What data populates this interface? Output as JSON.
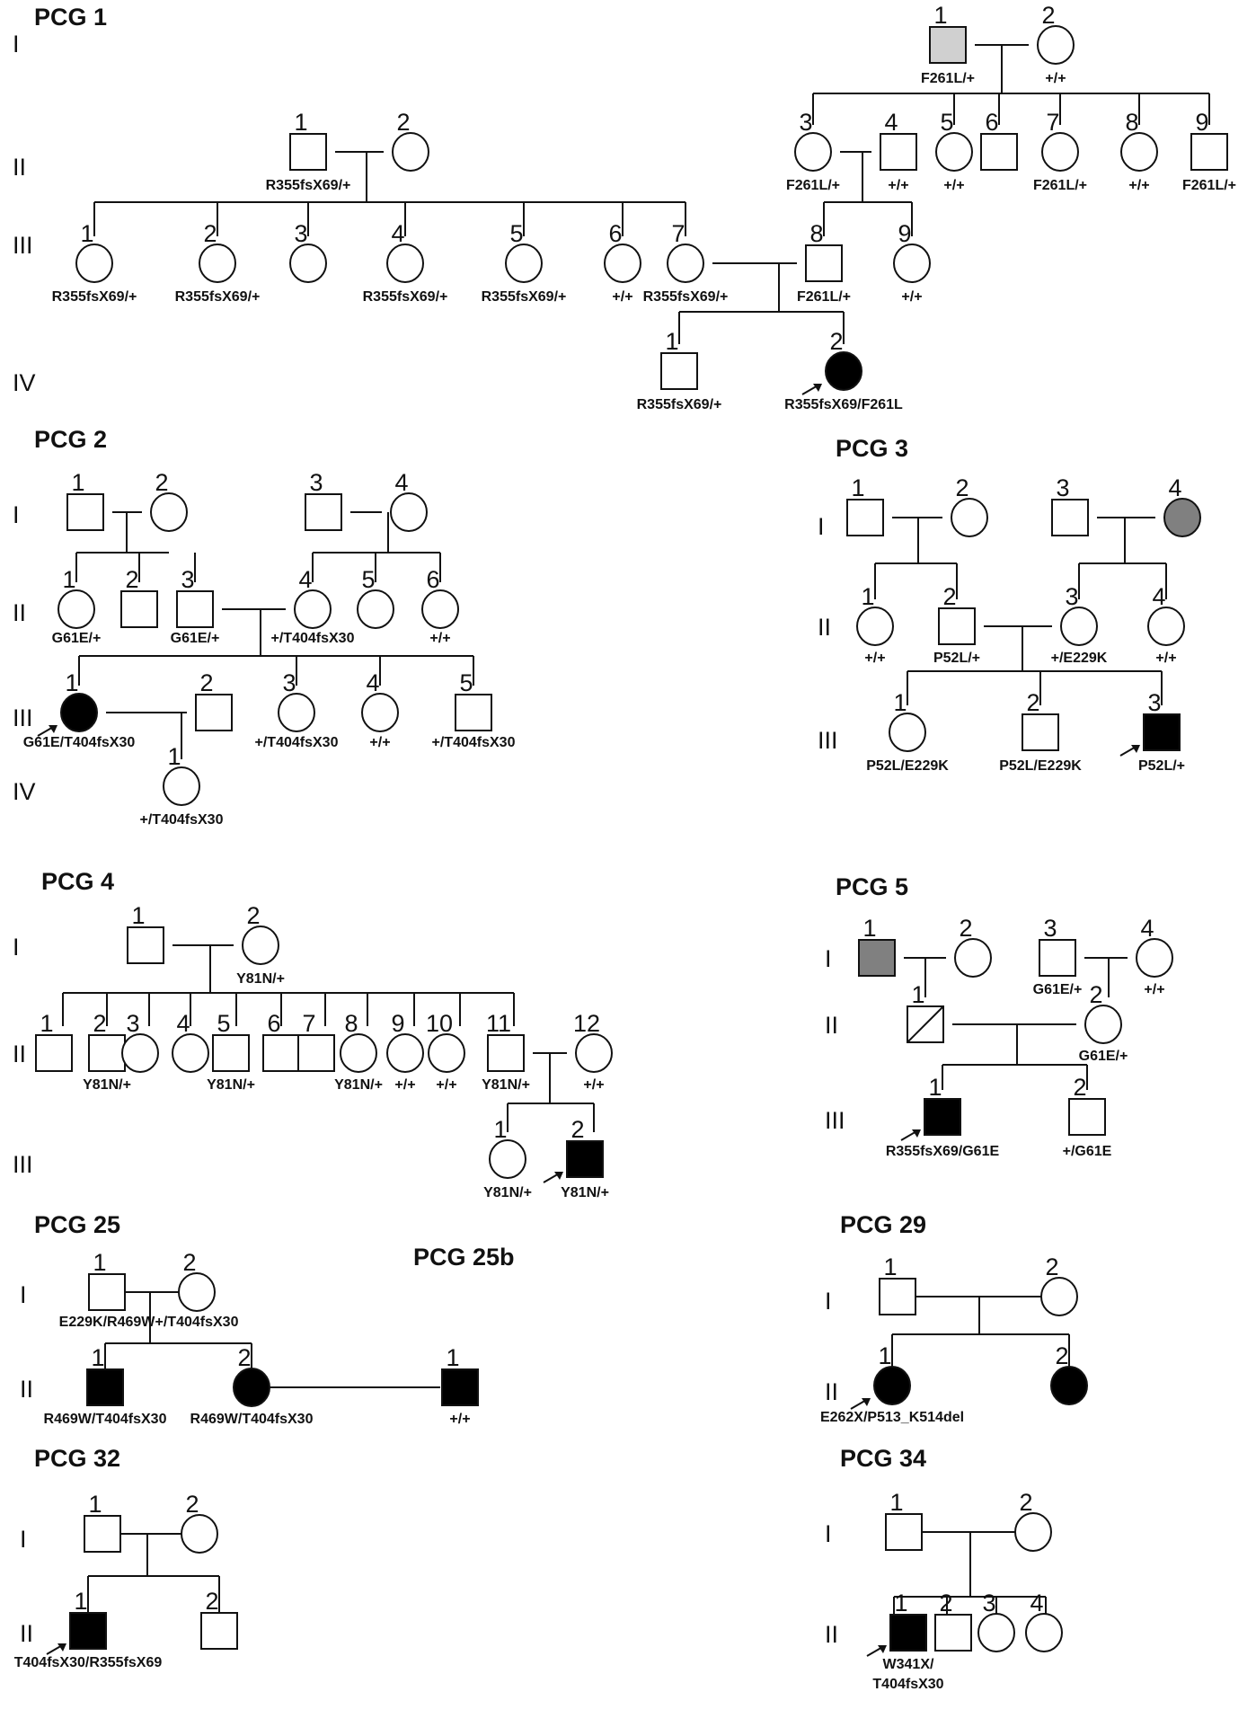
{
  "figure": {
    "colors": {
      "affected": "#000000",
      "unaffected": "#ffffff",
      "carrier_light": "#d0d0d0",
      "carrier_dark": "#808080",
      "line": "#111111"
    },
    "pedigrees": [
      {
        "id": "pcg1",
        "title": "PCG 1",
        "generations": [
          "I",
          "II",
          "III",
          "IV"
        ],
        "individuals": [
          {
            "id": "I-1",
            "num": "1",
            "sex": "male",
            "status": "light-shaded",
            "genotype": "F261L/+"
          },
          {
            "id": "I-2",
            "num": "2",
            "sex": "female",
            "status": "unaffected",
            "genotype": "+/+"
          },
          {
            "id": "II-1",
            "num": "1",
            "sex": "male",
            "status": "unaffected",
            "genotype": "R355fsX69/+"
          },
          {
            "id": "II-2",
            "num": "2",
            "sex": "female",
            "status": "unaffected",
            "genotype": ""
          },
          {
            "id": "II-3",
            "num": "3",
            "sex": "female",
            "status": "unaffected",
            "genotype": "F261L/+"
          },
          {
            "id": "II-4",
            "num": "4",
            "sex": "male",
            "status": "unaffected",
            "genotype": "+/+"
          },
          {
            "id": "II-5",
            "num": "5",
            "sex": "female",
            "status": "unaffected",
            "genotype": "+/+"
          },
          {
            "id": "II-6",
            "num": "6",
            "sex": "male",
            "status": "unaffected",
            "genotype": ""
          },
          {
            "id": "II-7",
            "num": "7",
            "sex": "female",
            "status": "unaffected",
            "genotype": "F261L/+"
          },
          {
            "id": "II-8",
            "num": "8",
            "sex": "female",
            "status": "unaffected",
            "genotype": "+/+"
          },
          {
            "id": "II-9",
            "num": "9",
            "sex": "male",
            "status": "unaffected",
            "genotype": "F261L/+"
          },
          {
            "id": "III-1",
            "num": "1",
            "sex": "female",
            "status": "unaffected",
            "genotype": "R355fsX69/+"
          },
          {
            "id": "III-2",
            "num": "2",
            "sex": "female",
            "status": "unaffected",
            "genotype": "R355fsX69/+"
          },
          {
            "id": "III-3",
            "num": "3",
            "sex": "female",
            "status": "unaffected",
            "genotype": ""
          },
          {
            "id": "III-4",
            "num": "4",
            "sex": "female",
            "status": "unaffected",
            "genotype": "R355fsX69/+"
          },
          {
            "id": "III-5",
            "num": "5",
            "sex": "female",
            "status": "unaffected",
            "genotype": "R355fsX69/+"
          },
          {
            "id": "III-6",
            "num": "6",
            "sex": "female",
            "status": "unaffected",
            "genotype": "+/+"
          },
          {
            "id": "III-7",
            "num": "7",
            "sex": "female",
            "status": "unaffected",
            "genotype": "R355fsX69/+"
          },
          {
            "id": "III-8",
            "num": "8",
            "sex": "male",
            "status": "unaffected",
            "genotype": "F261L/+"
          },
          {
            "id": "III-9",
            "num": "9",
            "sex": "female",
            "status": "unaffected",
            "genotype": "+/+"
          },
          {
            "id": "IV-1",
            "num": "1",
            "sex": "male",
            "status": "unaffected",
            "genotype": "R355fsX69/+"
          },
          {
            "id": "IV-2",
            "num": "2",
            "sex": "female",
            "status": "affected",
            "proband": true,
            "genotype": "R355fsX69/F261L"
          }
        ]
      },
      {
        "id": "pcg2",
        "title": "PCG 2",
        "generations": [
          "I",
          "II",
          "III",
          "IV"
        ],
        "individuals": [
          {
            "id": "I-1",
            "num": "1",
            "sex": "male",
            "status": "unaffected",
            "genotype": ""
          },
          {
            "id": "I-2",
            "num": "2",
            "sex": "female",
            "status": "unaffected",
            "genotype": ""
          },
          {
            "id": "I-3",
            "num": "3",
            "sex": "male",
            "status": "unaffected",
            "genotype": ""
          },
          {
            "id": "I-4",
            "num": "4",
            "sex": "female",
            "status": "unaffected",
            "genotype": ""
          },
          {
            "id": "II-1",
            "num": "1",
            "sex": "female",
            "status": "unaffected",
            "genotype": "G61E/+"
          },
          {
            "id": "II-2",
            "num": "2",
            "sex": "male",
            "status": "unaffected",
            "genotype": ""
          },
          {
            "id": "II-3",
            "num": "3",
            "sex": "male",
            "status": "unaffected",
            "genotype": "G61E/+"
          },
          {
            "id": "II-4",
            "num": "4",
            "sex": "female",
            "status": "unaffected",
            "genotype": "+/T404fsX30"
          },
          {
            "id": "II-5",
            "num": "5",
            "sex": "female",
            "status": "unaffected",
            "genotype": ""
          },
          {
            "id": "II-6",
            "num": "6",
            "sex": "female",
            "status": "unaffected",
            "genotype": "+/+"
          },
          {
            "id": "III-1",
            "num": "1",
            "sex": "female",
            "status": "affected",
            "proband": true,
            "genotype": "G61E/T404fsX30"
          },
          {
            "id": "III-2",
            "num": "2",
            "sex": "male",
            "status": "unaffected",
            "genotype": ""
          },
          {
            "id": "III-3",
            "num": "3",
            "sex": "female",
            "status": "unaffected",
            "genotype": "+/T404fsX30"
          },
          {
            "id": "III-4",
            "num": "4",
            "sex": "female",
            "status": "unaffected",
            "genotype": "+/+"
          },
          {
            "id": "III-5",
            "num": "5",
            "sex": "male",
            "status": "unaffected",
            "genotype": "+/T404fsX30"
          },
          {
            "id": "IV-1",
            "num": "1",
            "sex": "female",
            "status": "unaffected",
            "genotype": "+/T404fsX30"
          }
        ]
      },
      {
        "id": "pcg3",
        "title": "PCG 3",
        "generations": [
          "I",
          "II",
          "III"
        ],
        "individuals": [
          {
            "id": "I-1",
            "num": "1",
            "sex": "male",
            "status": "unaffected",
            "genotype": ""
          },
          {
            "id": "I-2",
            "num": "2",
            "sex": "female",
            "status": "unaffected",
            "genotype": ""
          },
          {
            "id": "I-3",
            "num": "3",
            "sex": "male",
            "status": "unaffected",
            "genotype": ""
          },
          {
            "id": "I-4",
            "num": "4",
            "sex": "female",
            "status": "dark-shaded",
            "genotype": ""
          },
          {
            "id": "II-1",
            "num": "1",
            "sex": "female",
            "status": "unaffected",
            "genotype": "+/+"
          },
          {
            "id": "II-2",
            "num": "2",
            "sex": "male",
            "status": "unaffected",
            "genotype": "P52L/+"
          },
          {
            "id": "II-3",
            "num": "3",
            "sex": "female",
            "status": "unaffected",
            "genotype": "+/E229K"
          },
          {
            "id": "II-4",
            "num": "4",
            "sex": "female",
            "status": "unaffected",
            "genotype": "+/+"
          },
          {
            "id": "III-1",
            "num": "1",
            "sex": "female",
            "status": "unaffected",
            "genotype": "P52L/E229K"
          },
          {
            "id": "III-2",
            "num": "2",
            "sex": "male",
            "status": "unaffected",
            "genotype": "P52L/E229K"
          },
          {
            "id": "III-3",
            "num": "3",
            "sex": "male",
            "status": "affected",
            "proband": true,
            "genotype": "P52L/+"
          }
        ]
      },
      {
        "id": "pcg4",
        "title": "PCG 4",
        "generations": [
          "I",
          "II",
          "III"
        ],
        "individuals": [
          {
            "id": "I-1",
            "num": "1",
            "sex": "male",
            "status": "unaffected",
            "genotype": ""
          },
          {
            "id": "I-2",
            "num": "2",
            "sex": "female",
            "status": "unaffected",
            "genotype": "Y81N/+"
          },
          {
            "id": "II-1",
            "num": "1",
            "sex": "male",
            "status": "unaffected",
            "genotype": ""
          },
          {
            "id": "II-2",
            "num": "2",
            "sex": "male",
            "status": "unaffected",
            "genotype": "Y81N/+"
          },
          {
            "id": "II-3",
            "num": "3",
            "sex": "female",
            "status": "unaffected",
            "genotype": ""
          },
          {
            "id": "II-4",
            "num": "4",
            "sex": "female",
            "status": "unaffected",
            "genotype": ""
          },
          {
            "id": "II-5",
            "num": "5",
            "sex": "male",
            "status": "unaffected",
            "genotype": "Y81N/+"
          },
          {
            "id": "II-6",
            "num": "6",
            "sex": "male",
            "status": "unaffected",
            "genotype": ""
          },
          {
            "id": "II-7",
            "num": "7",
            "sex": "male",
            "status": "unaffected",
            "genotype": ""
          },
          {
            "id": "II-8",
            "num": "8",
            "sex": "female",
            "status": "unaffected",
            "genotype": "Y81N/+"
          },
          {
            "id": "II-9",
            "num": "9",
            "sex": "female",
            "status": "unaffected",
            "genotype": "+/+"
          },
          {
            "id": "II-10",
            "num": "10",
            "sex": "female",
            "status": "unaffected",
            "genotype": "+/+"
          },
          {
            "id": "II-11",
            "num": "11",
            "sex": "male",
            "status": "unaffected",
            "genotype": "Y81N/+"
          },
          {
            "id": "II-12",
            "num": "12",
            "sex": "female",
            "status": "unaffected",
            "genotype": "+/+"
          },
          {
            "id": "III-1",
            "num": "1",
            "sex": "female",
            "status": "unaffected",
            "genotype": "Y81N/+"
          },
          {
            "id": "III-2",
            "num": "2",
            "sex": "male",
            "status": "affected",
            "proband": true,
            "genotype": "Y81N/+"
          }
        ]
      },
      {
        "id": "pcg5",
        "title": "PCG 5",
        "generations": [
          "I",
          "II",
          "III"
        ],
        "individuals": [
          {
            "id": "I-1",
            "num": "1",
            "sex": "male",
            "status": "dark-shaded",
            "genotype": ""
          },
          {
            "id": "I-2",
            "num": "2",
            "sex": "female",
            "status": "unaffected",
            "genotype": ""
          },
          {
            "id": "I-3",
            "num": "3",
            "sex": "male",
            "status": "unaffected",
            "genotype": "G61E/+"
          },
          {
            "id": "I-4",
            "num": "4",
            "sex": "female",
            "status": "unaffected",
            "genotype": "+/+"
          },
          {
            "id": "II-1",
            "num": "1",
            "sex": "male",
            "status": "deceased",
            "genotype": ""
          },
          {
            "id": "II-2",
            "num": "2",
            "sex": "female",
            "status": "unaffected",
            "genotype": "G61E/+"
          },
          {
            "id": "III-1",
            "num": "1",
            "sex": "male",
            "status": "affected",
            "proband": true,
            "genotype": "R355fsX69/G61E"
          },
          {
            "id": "III-2",
            "num": "2",
            "sex": "male",
            "status": "unaffected",
            "genotype": "+/G61E"
          }
        ]
      },
      {
        "id": "pcg25",
        "title": "PCG 25",
        "generations": [
          "I",
          "II"
        ],
        "individuals": [
          {
            "id": "I-1",
            "num": "1",
            "sex": "male",
            "status": "unaffected",
            "genotype": "E229K/R469W"
          },
          {
            "id": "I-2",
            "num": "2",
            "sex": "female",
            "status": "unaffected",
            "genotype": "+/T404fsX30"
          },
          {
            "id": "II-1",
            "num": "1",
            "sex": "male",
            "status": "affected",
            "genotype": "R469W/T404fsX30"
          },
          {
            "id": "II-2",
            "num": "2",
            "sex": "female",
            "status": "affected",
            "genotype": "R469W/T404fsX30"
          }
        ]
      },
      {
        "id": "pcg25b",
        "title": "PCG 25b",
        "generations": [],
        "individuals": [
          {
            "id": "II-1",
            "num": "1",
            "sex": "male",
            "status": "affected",
            "genotype": "+/+"
          }
        ]
      },
      {
        "id": "pcg29",
        "title": "PCG 29",
        "generations": [
          "I",
          "II"
        ],
        "individuals": [
          {
            "id": "I-1",
            "num": "1",
            "sex": "male",
            "status": "unaffected",
            "genotype": ""
          },
          {
            "id": "I-2",
            "num": "2",
            "sex": "female",
            "status": "unaffected",
            "genotype": ""
          },
          {
            "id": "II-1",
            "num": "1",
            "sex": "female",
            "status": "affected",
            "proband": true,
            "genotype": "E262X/P513_K514del"
          },
          {
            "id": "II-2",
            "num": "2",
            "sex": "female",
            "status": "affected",
            "genotype": ""
          }
        ]
      },
      {
        "id": "pcg32",
        "title": "PCG 32",
        "generations": [
          "I",
          "II"
        ],
        "individuals": [
          {
            "id": "I-1",
            "num": "1",
            "sex": "male",
            "status": "unaffected",
            "genotype": ""
          },
          {
            "id": "I-2",
            "num": "2",
            "sex": "female",
            "status": "unaffected",
            "genotype": ""
          },
          {
            "id": "II-1",
            "num": "1",
            "sex": "male",
            "status": "affected",
            "proband": true,
            "genotype": "T404fsX30/R355fsX69"
          },
          {
            "id": "II-2",
            "num": "2",
            "sex": "male",
            "status": "unaffected",
            "genotype": ""
          }
        ]
      },
      {
        "id": "pcg34",
        "title": "PCG 34",
        "generations": [
          "I",
          "II"
        ],
        "individuals": [
          {
            "id": "I-1",
            "num": "1",
            "sex": "male",
            "status": "unaffected",
            "genotype": ""
          },
          {
            "id": "I-2",
            "num": "2",
            "sex": "female",
            "status": "unaffected",
            "genotype": ""
          },
          {
            "id": "II-1",
            "num": "1",
            "sex": "male",
            "status": "affected",
            "proband": true,
            "genotype": "W341X/\nT404fsX30"
          },
          {
            "id": "II-2",
            "num": "2",
            "sex": "male",
            "status": "unaffected",
            "genotype": ""
          },
          {
            "id": "II-3",
            "num": "3",
            "sex": "female",
            "status": "unaffected",
            "genotype": ""
          },
          {
            "id": "II-4",
            "num": "4",
            "sex": "female",
            "status": "unaffected",
            "genotype": ""
          }
        ]
      }
    ]
  }
}
